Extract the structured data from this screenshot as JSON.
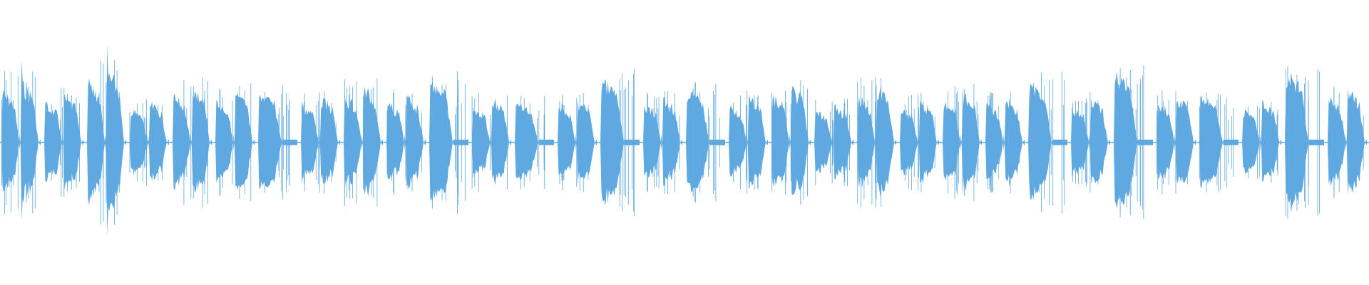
{
  "waveform": {
    "color": "#5fa8e0",
    "background": "#ffffff",
    "clip_count": 32,
    "clips": [
      {
        "peak": 0.46,
        "shape": "burst-double"
      },
      {
        "peak": 0.35,
        "shape": "double"
      },
      {
        "peak": 0.55,
        "shape": "spike-double"
      },
      {
        "peak": 0.3,
        "shape": "double"
      },
      {
        "peak": 0.42,
        "shape": "double"
      },
      {
        "peak": 0.38,
        "shape": "double"
      },
      {
        "peak": 0.38,
        "shape": "single"
      },
      {
        "peak": 0.34,
        "shape": "double"
      },
      {
        "peak": 0.42,
        "shape": "double"
      },
      {
        "peak": 0.35,
        "shape": "double"
      },
      {
        "peak": 0.48,
        "shape": "single"
      },
      {
        "peak": 0.33,
        "shape": "double"
      },
      {
        "peak": 0.3,
        "shape": "single"
      },
      {
        "peak": 0.32,
        "shape": "double"
      },
      {
        "peak": 0.48,
        "shape": "single"
      },
      {
        "peak": 0.34,
        "shape": "double"
      },
      {
        "peak": 0.4,
        "shape": "single"
      },
      {
        "peak": 0.34,
        "shape": "double"
      },
      {
        "peak": 0.42,
        "shape": "double"
      },
      {
        "peak": 0.28,
        "shape": "double"
      },
      {
        "peak": 0.42,
        "shape": "double"
      },
      {
        "peak": 0.32,
        "shape": "double"
      },
      {
        "peak": 0.38,
        "shape": "double"
      },
      {
        "peak": 0.34,
        "shape": "double"
      },
      {
        "peak": 0.46,
        "shape": "single"
      },
      {
        "peak": 0.32,
        "shape": "double"
      },
      {
        "peak": 0.52,
        "shape": "single"
      },
      {
        "peak": 0.36,
        "shape": "double"
      },
      {
        "peak": 0.36,
        "shape": "single"
      },
      {
        "peak": 0.3,
        "shape": "double"
      },
      {
        "peak": 0.52,
        "shape": "single"
      },
      {
        "peak": 0.4,
        "shape": "double"
      }
    ]
  }
}
